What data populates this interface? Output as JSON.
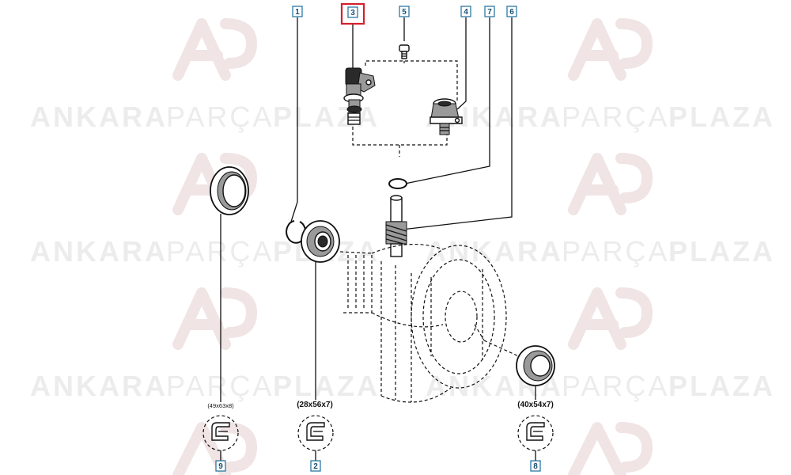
{
  "watermark": {
    "brand_left": "ANKARA",
    "brand_mid": "PARÇA",
    "brand_right": "PLAZA",
    "logo": "ap-logo"
  },
  "callouts": [
    {
      "id": "1",
      "label": "1"
    },
    {
      "id": "2",
      "label": "2"
    },
    {
      "id": "3",
      "label": "3",
      "highlighted": true
    },
    {
      "id": "4",
      "label": "4"
    },
    {
      "id": "5",
      "label": "5"
    },
    {
      "id": "6",
      "label": "6"
    },
    {
      "id": "7",
      "label": "7"
    },
    {
      "id": "8",
      "label": "8"
    },
    {
      "id": "9",
      "label": "9"
    }
  ],
  "seal_sizes": {
    "seal_9": "(49x63x8)",
    "seal_2": "(28x56x7)",
    "seal_8": "(40x54x7)"
  },
  "colors": {
    "highlight": "#d4202a",
    "tag_border": "#1c6e9c",
    "line": "#111111",
    "watermark_text": "#ececec"
  }
}
